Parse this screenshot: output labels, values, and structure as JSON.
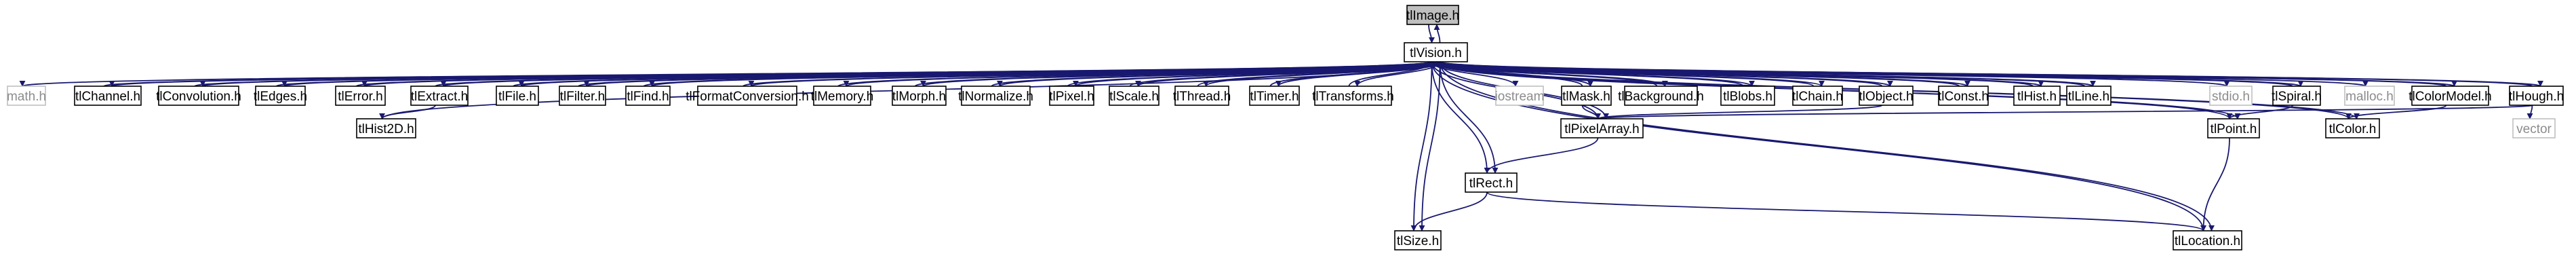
{
  "diagram": {
    "nodes": [
      {
        "id": "tlImage",
        "label": "tlImage.h",
        "style": "focus"
      },
      {
        "id": "tlVision",
        "label": "tlVision.h",
        "style": "header"
      },
      {
        "id": "math",
        "label": "math.h",
        "style": "external"
      },
      {
        "id": "tlChannel",
        "label": "tlChannel.h",
        "style": "header"
      },
      {
        "id": "tlConvolution",
        "label": "tlConvolution.h",
        "style": "header"
      },
      {
        "id": "tlEdges",
        "label": "tlEdges.h",
        "style": "header"
      },
      {
        "id": "tlError",
        "label": "tlError.h",
        "style": "header"
      },
      {
        "id": "tlExtract",
        "label": "tlExtract.h",
        "style": "header"
      },
      {
        "id": "tlFile",
        "label": "tlFile.h",
        "style": "header"
      },
      {
        "id": "tlFilter",
        "label": "tlFilter.h",
        "style": "header"
      },
      {
        "id": "tlFind",
        "label": "tlFind.h",
        "style": "header"
      },
      {
        "id": "tlFormatConversion",
        "label": "tlFormatConversion.h",
        "style": "header"
      },
      {
        "id": "tlMemory",
        "label": "tlMemory.h",
        "style": "header"
      },
      {
        "id": "tlMorph",
        "label": "tlMorph.h",
        "style": "header"
      },
      {
        "id": "tlNormalize",
        "label": "tlNormalize.h",
        "style": "header"
      },
      {
        "id": "tlPixel",
        "label": "tlPixel.h",
        "style": "header"
      },
      {
        "id": "tlScale",
        "label": "tlScale.h",
        "style": "header"
      },
      {
        "id": "tlThread",
        "label": "tlThread.h",
        "style": "header"
      },
      {
        "id": "tlTimer",
        "label": "tlTimer.h",
        "style": "header"
      },
      {
        "id": "tlTransforms",
        "label": "tlTransforms.h",
        "style": "header"
      },
      {
        "id": "iostream",
        "label": "iostream",
        "style": "external"
      },
      {
        "id": "tlMask",
        "label": "tlMask.h",
        "style": "header"
      },
      {
        "id": "tlBackground",
        "label": "tlBackground.h",
        "style": "header"
      },
      {
        "id": "tlBlobs",
        "label": "tlBlobs.h",
        "style": "header"
      },
      {
        "id": "tlChain",
        "label": "tlChain.h",
        "style": "header"
      },
      {
        "id": "tlObject",
        "label": "tlObject.h",
        "style": "header"
      },
      {
        "id": "tlConst",
        "label": "tlConst.h",
        "style": "header"
      },
      {
        "id": "tlHist",
        "label": "tlHist.h",
        "style": "header"
      },
      {
        "id": "tlLine",
        "label": "tlLine.h",
        "style": "header"
      },
      {
        "id": "stdio",
        "label": "stdio.h",
        "style": "external"
      },
      {
        "id": "tlSpiral",
        "label": "tlSpiral.h",
        "style": "header"
      },
      {
        "id": "malloc",
        "label": "malloc.h",
        "style": "external"
      },
      {
        "id": "tlColorModel",
        "label": "tlColorModel.h",
        "style": "header"
      },
      {
        "id": "tlHough",
        "label": "tlHough.h",
        "style": "header"
      },
      {
        "id": "tlHist2D",
        "label": "tlHist2D.h",
        "style": "header"
      },
      {
        "id": "tlPixelArray",
        "label": "tlPixelArray.h",
        "style": "header"
      },
      {
        "id": "tlPoint",
        "label": "tlPoint.h",
        "style": "header"
      },
      {
        "id": "tlColor",
        "label": "tlColor.h",
        "style": "header"
      },
      {
        "id": "vector",
        "label": "vector",
        "style": "external"
      },
      {
        "id": "tlRect",
        "label": "tlRect.h",
        "style": "header"
      },
      {
        "id": "tlSize",
        "label": "tlSize.h",
        "style": "header"
      },
      {
        "id": "tlLocation",
        "label": "tlLocation.h",
        "style": "header"
      }
    ],
    "colors": {
      "edge": "#191970",
      "focus_fill": "#bfbfbf",
      "focus_border": "#000000",
      "header_fill": "#ffffff",
      "header_border": "#000000",
      "external_border": "#bfbfbf",
      "external_text": "#8c8c8c"
    }
  }
}
